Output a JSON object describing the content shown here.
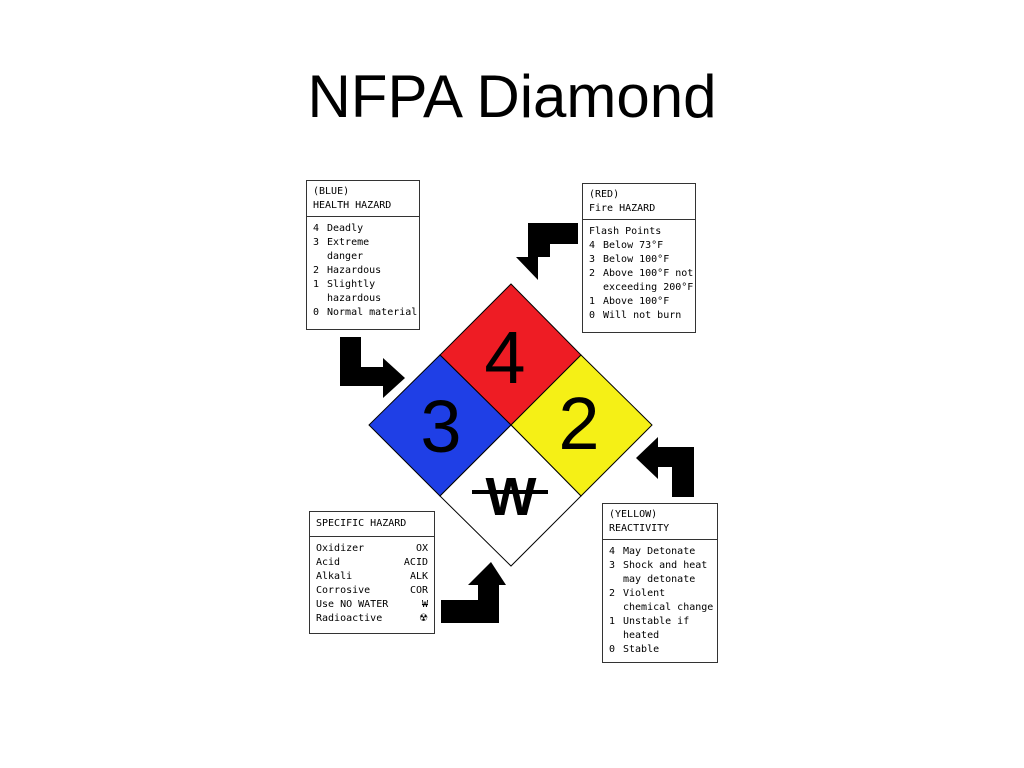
{
  "slide": {
    "title": "NFPA Diamond"
  },
  "diamond": {
    "health": {
      "value": "3",
      "color": "#1f3fe6"
    },
    "fire": {
      "value": "4",
      "color": "#ee1c24"
    },
    "reactivity": {
      "value": "2",
      "color": "#f5f016"
    },
    "special": {
      "value": "W",
      "color": "#ffffff"
    }
  },
  "health_box": {
    "header": [
      "(BLUE)",
      "HEALTH HAZARD"
    ],
    "items": [
      {
        "num": "4",
        "text": "Deadly"
      },
      {
        "num": "3",
        "text": "Extreme"
      },
      {
        "num": "",
        "text": "danger"
      },
      {
        "num": "2",
        "text": "Hazardous"
      },
      {
        "num": "1",
        "text": "Slightly"
      },
      {
        "num": "",
        "text": "hazardous"
      },
      {
        "num": "0",
        "text": "Normal material"
      }
    ]
  },
  "fire_box": {
    "header": [
      "(RED)",
      "Fire HAZARD"
    ],
    "subheader": "Flash Points",
    "items": [
      {
        "num": "4",
        "text": "Below 73°F"
      },
      {
        "num": "3",
        "text": "Below 100°F"
      },
      {
        "num": "2",
        "text": "Above 100°F not"
      },
      {
        "num": "",
        "text": "exceeding 200°F"
      },
      {
        "num": "1",
        "text": "Above 100°F"
      },
      {
        "num": "0",
        "text": "Will not burn"
      }
    ]
  },
  "specific_box": {
    "header": [
      "SPECIFIC HAZARD"
    ],
    "items": [
      {
        "name": "Oxidizer",
        "code": "OX"
      },
      {
        "name": "Acid",
        "code": "ACID"
      },
      {
        "name": "Alkali",
        "code": "ALK"
      },
      {
        "name": "Corrosive",
        "code": "COR"
      },
      {
        "name": "Use NO WATER",
        "code": "W"
      },
      {
        "name": "Radioactive",
        "code": "☢"
      }
    ]
  },
  "reactivity_box": {
    "header": [
      "(YELLOW)",
      "REACTIVITY"
    ],
    "items": [
      {
        "num": "4",
        "text": "May Detonate"
      },
      {
        "num": "3",
        "text": "Shock and heat"
      },
      {
        "num": "",
        "text": "may detonate"
      },
      {
        "num": "2",
        "text": "Violent"
      },
      {
        "num": "",
        "text": "chemical change"
      },
      {
        "num": "1",
        "text": "Unstable if"
      },
      {
        "num": "",
        "text": "heated"
      },
      {
        "num": "0",
        "text": "Stable"
      }
    ]
  }
}
